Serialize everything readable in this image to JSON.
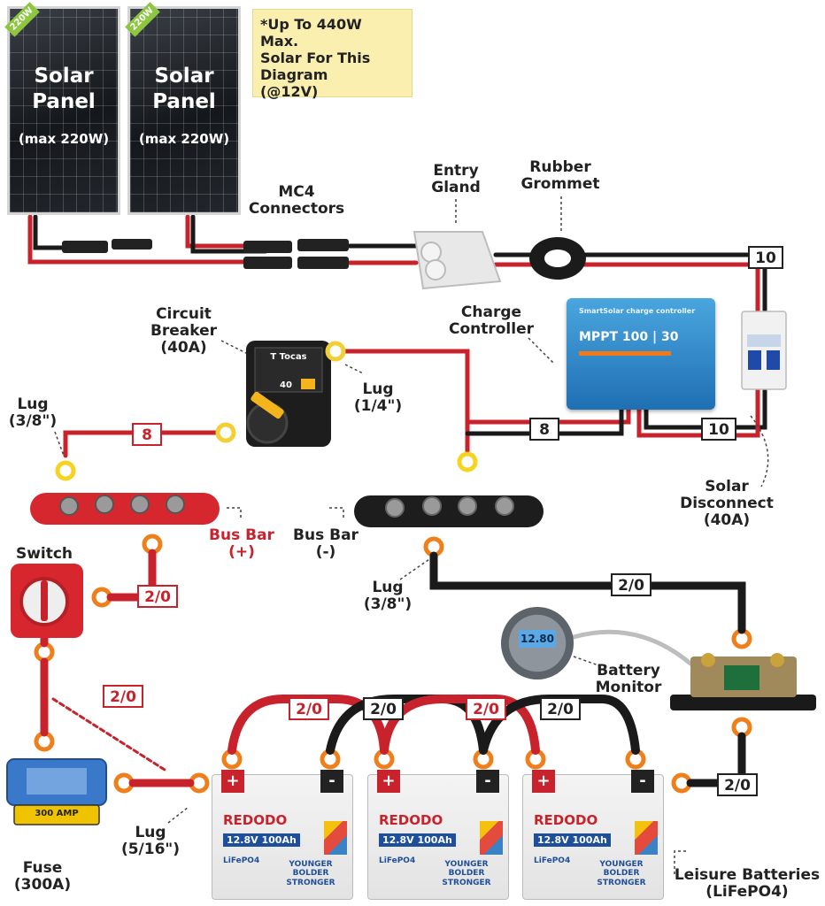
{
  "panels": [
    {
      "badge": "220W",
      "title": "Solar\nPanel",
      "subtitle": "(max 220W)"
    },
    {
      "badge": "220W",
      "title": "Solar\nPanel",
      "subtitle": "(max 220W)"
    }
  ],
  "note": "*Up To 440W Max.\nSolar For This\nDiagram\n(@12V)",
  "labels": {
    "mc4": "MC4\nConnectors",
    "entry_gland": "Entry\nGland",
    "rubber_grommet": "Rubber\nGrommet",
    "charge_controller": "Charge\nController",
    "circuit_breaker": "Circuit\nBreaker\n(40A)",
    "lug_14": "Lug\n(1/4\")",
    "lug_38_left": "Lug\n(3/8\")",
    "bus_bar_pos": "Bus Bar\n(+)",
    "bus_bar_neg": "Bus Bar\n(-)",
    "switch": "Switch",
    "lug_38_mid": "Lug\n(3/8\")",
    "solar_disconnect": "Solar\nDisconnect\n(40A)",
    "battery_monitor": "Battery\nMonitor",
    "fuse": "Fuse\n(300A)",
    "lug_516": "Lug\n(5/16\")",
    "leisure_batteries": "Leisure Batteries\n(LiFePO4)"
  },
  "gauges": {
    "solar_top": "10",
    "solar_bottom": "10",
    "mppt_out": "8",
    "breaker_out": "8",
    "bus_to_switch": "2/0",
    "switch_to_fuse": "2/0",
    "bus_neg_to_shunt": "2/0",
    "link1": "2/0",
    "link2": "2/0",
    "link3": "2/0",
    "link4": "2/0",
    "shunt_to_battery": "2/0"
  },
  "devices": {
    "breaker_brand": "T Tocas",
    "breaker_rating": "40",
    "mppt_brand": "SmartSolar charge controller",
    "mppt_model": "MPPT 100 | 30",
    "monitor_reading": "12.80",
    "fuse_rating": "300 AMP",
    "battery_brand": "REDODO",
    "battery_spec": "12.8V 100Ah",
    "battery_chem": "LiFePO4",
    "battery_slogan": "YOUNGER\nBOLDER\nSTRONGER",
    "battery_pos": "+",
    "battery_neg": "-"
  },
  "colors": {
    "positive": "#c8232c",
    "negative": "#1a1a1a",
    "note_bg": "#fbefb0",
    "mppt": "#2f86cc",
    "lug_yellow": "#f6d320",
    "lug_orange": "#ef7f1a"
  }
}
